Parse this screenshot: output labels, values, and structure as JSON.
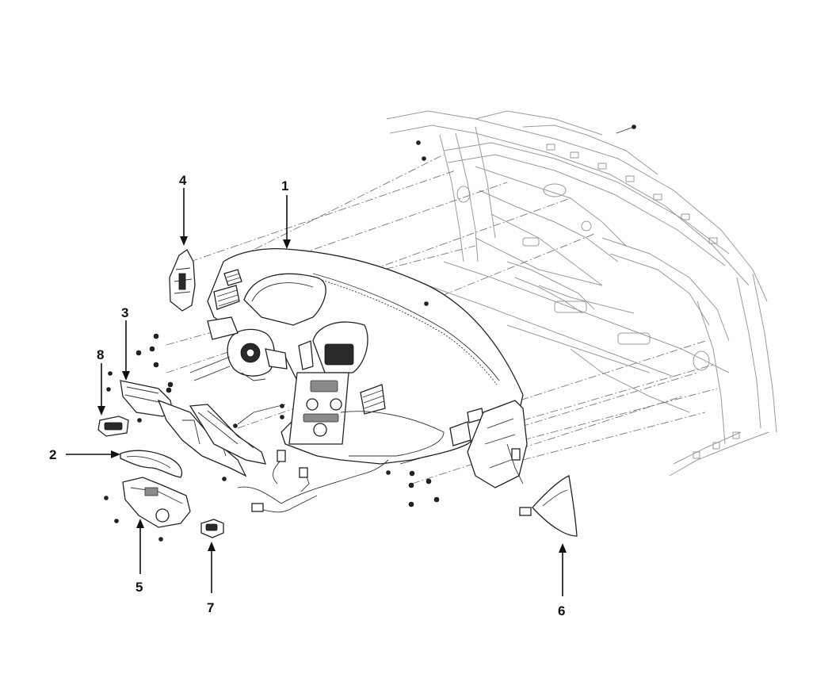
{
  "diagram": {
    "callouts": [
      {
        "id": "1",
        "label": "1"
      },
      {
        "id": "2",
        "label": "2"
      },
      {
        "id": "3",
        "label": "3"
      },
      {
        "id": "4",
        "label": "4"
      },
      {
        "id": "5",
        "label": "5"
      },
      {
        "id": "6",
        "label": "6"
      },
      {
        "id": "7",
        "label": "7"
      },
      {
        "id": "8",
        "label": "8"
      }
    ]
  },
  "colors": {
    "ink": "#111111",
    "body_outline": "#9a9a9a",
    "background": "#ffffff"
  }
}
